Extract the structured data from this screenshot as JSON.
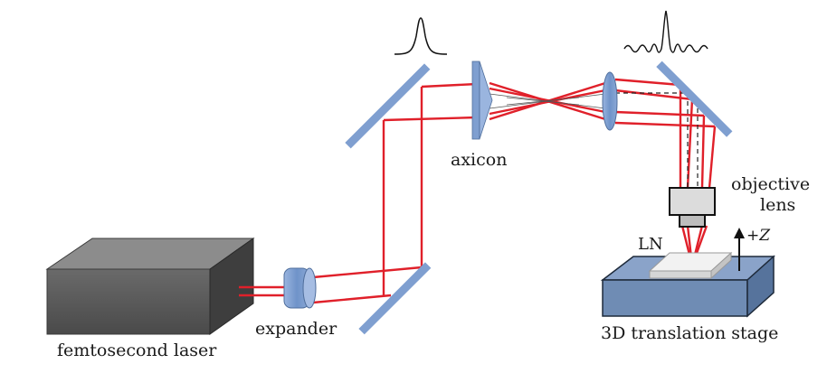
{
  "labels": {
    "laser": "femtosecond laser",
    "expander": "expander",
    "axicon": "axicon",
    "objective_line1": "objective",
    "objective_line2": "lens",
    "sample": "LN",
    "z_axis": "+Z",
    "stage": "3D translation stage"
  },
  "colors": {
    "beam": "#e0202a",
    "mirror": "#7f9fd0",
    "laser_body": "#5e5e5e",
    "stage_body": "#6f8cb4",
    "sample": "#e6e6e6"
  }
}
